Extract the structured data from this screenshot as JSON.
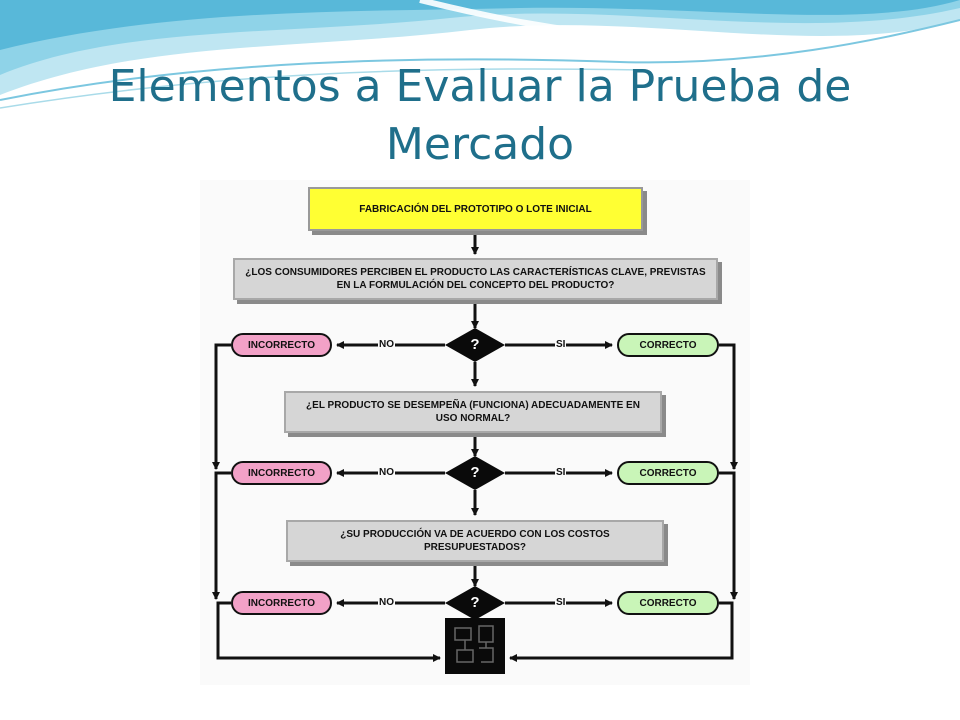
{
  "slide": {
    "title_line1": "Elementos a Evaluar la Prueba de",
    "title_line2": "Mercado",
    "title_color": "#1f6f8b",
    "wave_colors": [
      "#8fd3e8",
      "#4fb3d6",
      "#bfe6f2"
    ]
  },
  "flowchart": {
    "start": "FABRICACIÓN DEL PROTOTIPO O LOTE INICIAL",
    "questions": [
      "¿LOS CONSUMIDORES PERCIBEN EL PRODUCTO LAS CARACTERÍSTICAS CLAVE, PREVISTAS EN LA FORMULACIÓN DEL CONCEPTO DEL PRODUCTO?",
      "¿EL PRODUCTO SE DESEMPEÑA (FUNCIONA) ADECUADAMENTE EN USO NORMAL?",
      "¿SU PRODUCCIÓN VA DE ACUERDO CON LOS COSTOS PRESUPUESTADOS?"
    ],
    "decision_symbol": "?",
    "no_label": "NO",
    "yes_label": "SI",
    "incorrect_label": "INCORRECTO",
    "correct_label": "CORRECTO",
    "colors": {
      "start_fill": "#ffff33",
      "question_fill": "#d6d6d6",
      "incorrect_fill": "#f2a1c7",
      "correct_fill": "#c9f5b8",
      "line": "#111111"
    }
  }
}
